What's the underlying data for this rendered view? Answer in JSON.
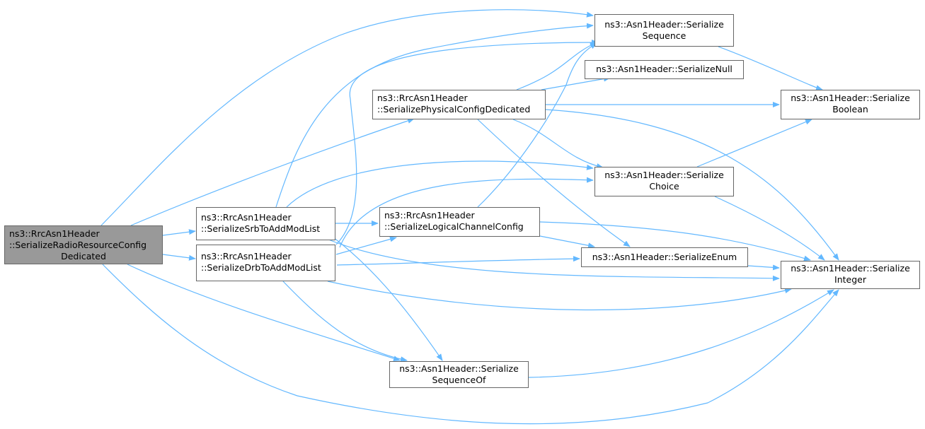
{
  "colors": {
    "edge": "#63b8ff",
    "root_fill": "#999999",
    "node_border": "#666666"
  },
  "nodes": {
    "root": [
      "ns3::RrcAsn1Header",
      "::SerializeRadioResourceConfig",
      "Dedicated"
    ],
    "srb": [
      "ns3::RrcAsn1Header",
      "::SerializeSrbToAddModList"
    ],
    "drb": [
      "ns3::RrcAsn1Header",
      "::SerializeDrbToAddModList"
    ],
    "phys": [
      "ns3::RrcAsn1Header",
      "::SerializePhysicalConfigDedicated"
    ],
    "logch": [
      "ns3::RrcAsn1Header",
      "::SerializeLogicalChannelConfig"
    ],
    "seq": [
      "ns3::Asn1Header::Serialize",
      "Sequence"
    ],
    "null": [
      "ns3::Asn1Header::SerializeNull"
    ],
    "bool": [
      "ns3::Asn1Header::Serialize",
      "Boolean"
    ],
    "choice": [
      "ns3::Asn1Header::Serialize",
      "Choice"
    ],
    "enum": [
      "ns3::Asn1Header::SerializeEnum"
    ],
    "integer": [
      "ns3::Asn1Header::Serialize",
      "Integer"
    ],
    "seqof": [
      "ns3::Asn1Header::Serialize",
      "SequenceOf"
    ]
  },
  "edges": [
    [
      "root",
      "seq"
    ],
    [
      "root",
      "phys"
    ],
    [
      "root",
      "srb"
    ],
    [
      "root",
      "drb"
    ],
    [
      "root",
      "seqof"
    ],
    [
      "root",
      "integer"
    ],
    [
      "srb",
      "seq"
    ],
    [
      "srb",
      "choice"
    ],
    [
      "srb",
      "logch"
    ],
    [
      "srb",
      "integer"
    ],
    [
      "srb",
      "seqof"
    ],
    [
      "drb",
      "seq"
    ],
    [
      "drb",
      "choice"
    ],
    [
      "drb",
      "logch"
    ],
    [
      "drb",
      "enum"
    ],
    [
      "drb",
      "integer"
    ],
    [
      "drb",
      "seqof"
    ],
    [
      "phys",
      "seq"
    ],
    [
      "phys",
      "null"
    ],
    [
      "phys",
      "bool"
    ],
    [
      "phys",
      "choice"
    ],
    [
      "phys",
      "enum"
    ],
    [
      "phys",
      "integer"
    ],
    [
      "logch",
      "seq"
    ],
    [
      "logch",
      "enum"
    ],
    [
      "logch",
      "integer"
    ],
    [
      "seq",
      "bool"
    ],
    [
      "choice",
      "bool"
    ],
    [
      "choice",
      "integer"
    ],
    [
      "enum",
      "integer"
    ],
    [
      "seqof",
      "integer"
    ]
  ]
}
